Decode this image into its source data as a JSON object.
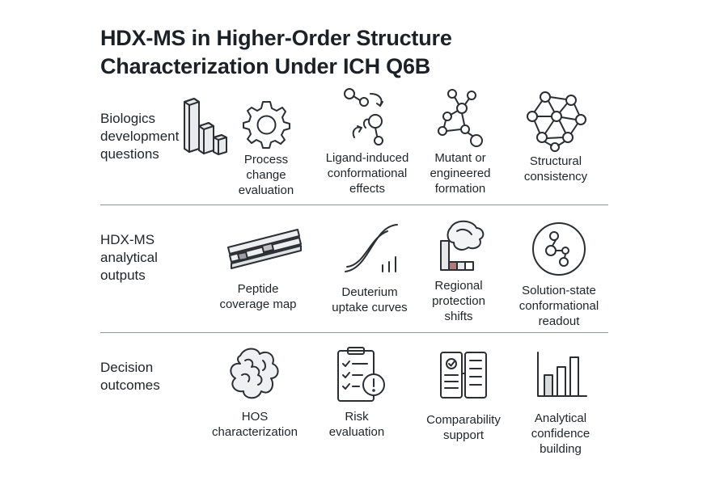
{
  "title": {
    "line1": "HDX-MS in Higher-Order Structure",
    "line2": "Characterization Under ICH Q6B"
  },
  "rows": [
    {
      "label": [
        "Biologics",
        "development",
        "questions"
      ],
      "items": [
        {
          "icon": "process-gear-icon",
          "caption": [
            "Process",
            "change",
            "evaluation"
          ]
        },
        {
          "icon": "ligand-binding-icon",
          "caption": [
            "Ligand-induced",
            "conformational",
            "effects"
          ]
        },
        {
          "icon": "mutant-molecule-icon",
          "caption": [
            "Mutant or",
            "engineered",
            "formation"
          ]
        },
        {
          "icon": "network-structure-icon",
          "caption": [
            "Structural",
            "consistency"
          ]
        }
      ]
    },
    {
      "label": [
        "HDX-MS",
        "analytical",
        "outputs"
      ],
      "items": [
        {
          "icon": "peptide-coverage-icon",
          "caption": [
            "Peptide",
            "coverage map"
          ]
        },
        {
          "icon": "uptake-curve-icon",
          "caption": [
            "Deuterium",
            "uptake curves"
          ]
        },
        {
          "icon": "protection-shift-icon",
          "caption": [
            "Regional",
            "protection",
            "shifts"
          ]
        },
        {
          "icon": "solution-state-icon",
          "caption": [
            "Solution-state",
            "conformational",
            "readout"
          ]
        }
      ]
    },
    {
      "label": [
        "Decision",
        "outcomes"
      ],
      "items": [
        {
          "icon": "hos-protein-icon",
          "caption": [
            "HOS",
            "characterization"
          ]
        },
        {
          "icon": "risk-clipboard-icon",
          "caption": [
            "Risk",
            "evaluation"
          ]
        },
        {
          "icon": "comparability-icon",
          "caption": [
            "Comparability",
            "support"
          ]
        },
        {
          "icon": "bar-chart-icon",
          "caption": [
            "Analytical",
            "confidence",
            "building"
          ]
        }
      ]
    }
  ],
  "colors": {
    "ink": "#2b2f33",
    "bar_fill": "#d9dcdf",
    "accent_red": "#b07a78",
    "divider": "#8e9499"
  }
}
